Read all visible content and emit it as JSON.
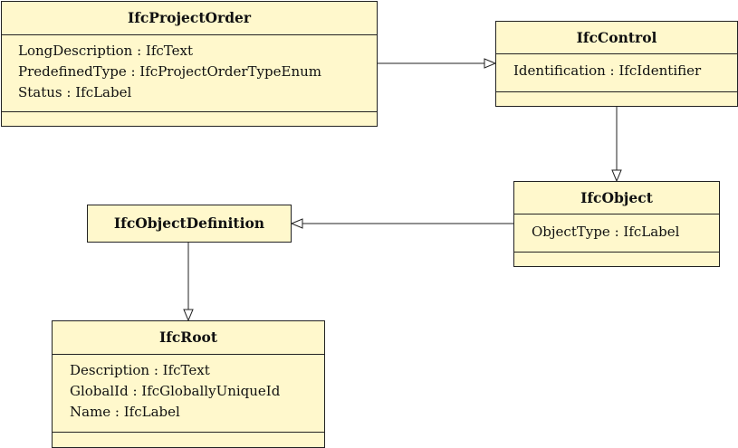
{
  "diagram": {
    "classes": [
      {
        "id": "projectorder",
        "name": "IfcProjectOrder",
        "attributes": [
          "LongDescription : IfcText",
          "PredefinedType : IfcProjectOrderTypeEnum",
          "Status : IfcLabel"
        ]
      },
      {
        "id": "control",
        "name": "IfcControl",
        "attributes": [
          "Identification : IfcIdentifier"
        ]
      },
      {
        "id": "object",
        "name": "IfcObject",
        "attributes": [
          "ObjectType : IfcLabel"
        ]
      },
      {
        "id": "objectdef",
        "name": "IfcObjectDefinition",
        "attributes": []
      },
      {
        "id": "root",
        "name": "IfcRoot",
        "attributes": [
          "Description : IfcText",
          "GlobalId : IfcGloballyUniqueId",
          "Name : IfcLabel"
        ]
      }
    ],
    "generalizations": [
      {
        "from": "IfcProjectOrder",
        "to": "IfcControl"
      },
      {
        "from": "IfcControl",
        "to": "IfcObject"
      },
      {
        "from": "IfcObject",
        "to": "IfcObjectDefinition"
      },
      {
        "from": "IfcObjectDefinition",
        "to": "IfcRoot"
      }
    ],
    "colors": {
      "class_fill": "#fff8cc",
      "border": "#222222",
      "text": "#111111"
    }
  }
}
